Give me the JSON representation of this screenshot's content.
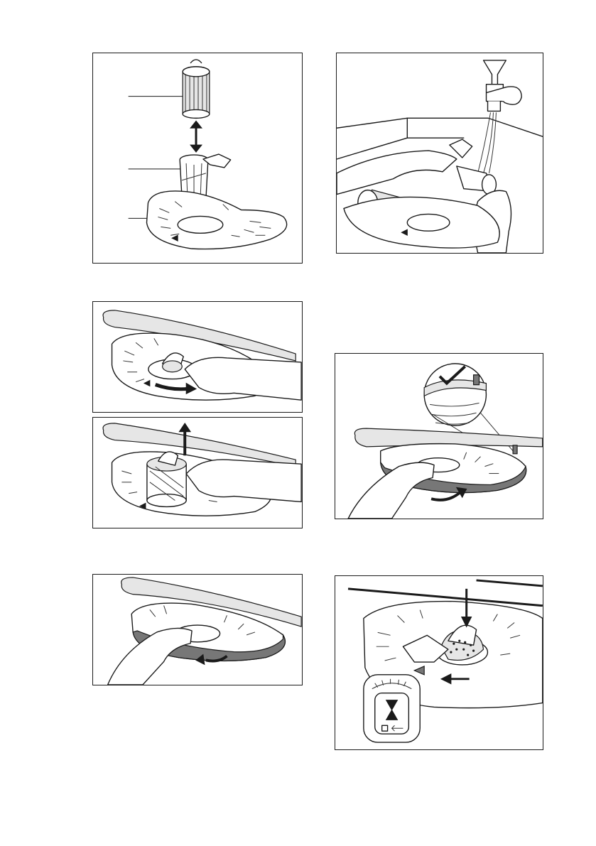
{
  "figures": [
    {
      "id": "filter-parts"
    },
    {
      "id": "rinse-filter-under-tap"
    },
    {
      "id": "turn-filter-counterclockwise"
    },
    {
      "id": "lift-filter-out"
    },
    {
      "id": "remove-flat-filter"
    },
    {
      "id": "reinstall-flat-filter-check-position"
    },
    {
      "id": "reinstall-filter-lock"
    }
  ],
  "icons": {
    "arrow": "double-arrow-icon",
    "check": "check-mark-icon",
    "lock": "filter-lock-indicator-icon"
  }
}
